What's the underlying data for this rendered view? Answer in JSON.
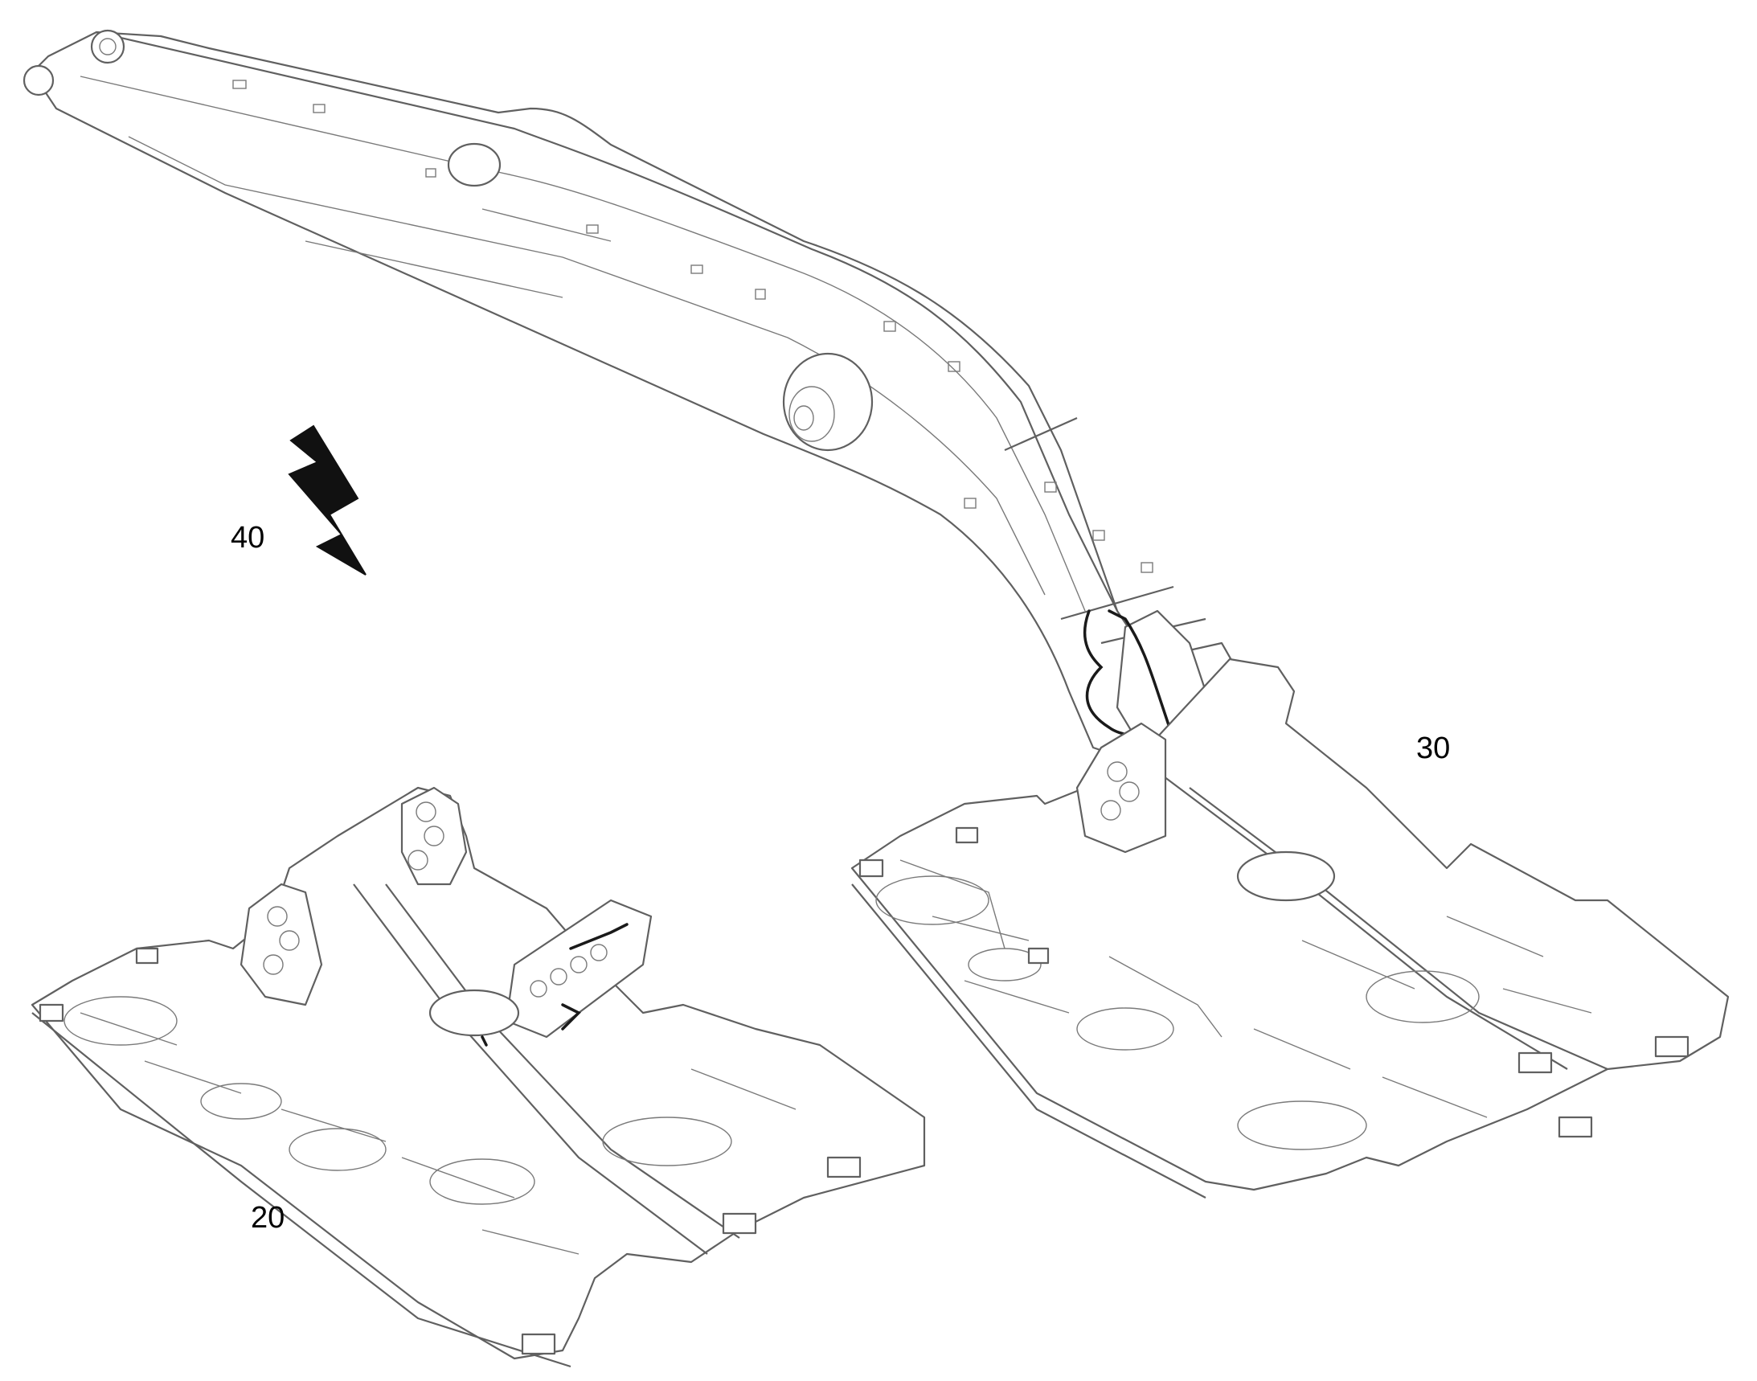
{
  "labels": {
    "first_frame": "20",
    "second_frame": "30",
    "signal": "40"
  },
  "icons": {
    "signal": "lightning-bolt-icon"
  },
  "colors": {
    "line": "#606060",
    "harness": "#1a1a1a",
    "background": "#ffffff"
  }
}
